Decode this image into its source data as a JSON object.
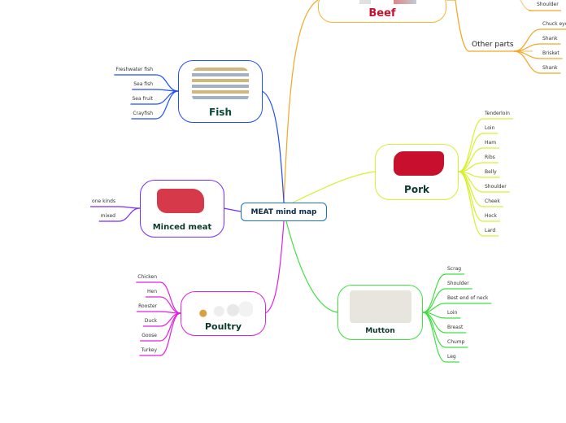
{
  "central": {
    "label": "MEAT mind map"
  },
  "beef": {
    "title": "Beef",
    "leaves": [
      "Shoulder"
    ],
    "other_parts": {
      "label": "Other parts",
      "leaves": [
        "Chuck eye",
        "Shank",
        "Brisket",
        "Shank"
      ]
    },
    "color": "#f5a623"
  },
  "fish": {
    "title": "Fish",
    "leaves": [
      "Freshwater fish",
      "Sea fish",
      "Sea fruit",
      "Crayfish"
    ],
    "color": "#1f4fff"
  },
  "minced": {
    "title": "Minced meat",
    "leaves": [
      "one kinds",
      "mixed"
    ],
    "color": "#7a2bff"
  },
  "poultry": {
    "title": "Poultry",
    "leaves": [
      "Chicken",
      "Hen",
      "Rooster",
      "Duck",
      "Goose",
      "Turkey"
    ],
    "color": "#e020e0"
  },
  "pork": {
    "title": "Pork",
    "leaves": [
      "Tenderloin",
      "Loin",
      "Ham",
      "Ribs",
      "Belly",
      "Shoulder",
      "Cheek",
      "Hock",
      "Lard"
    ],
    "color": "#d8f030"
  },
  "mutton": {
    "title": "Mutton",
    "leaves": [
      "Scrag",
      "Shoulder",
      "Best end of neck",
      "Loin",
      "Breast",
      "Chump",
      "Leg"
    ],
    "color": "#40e040"
  }
}
